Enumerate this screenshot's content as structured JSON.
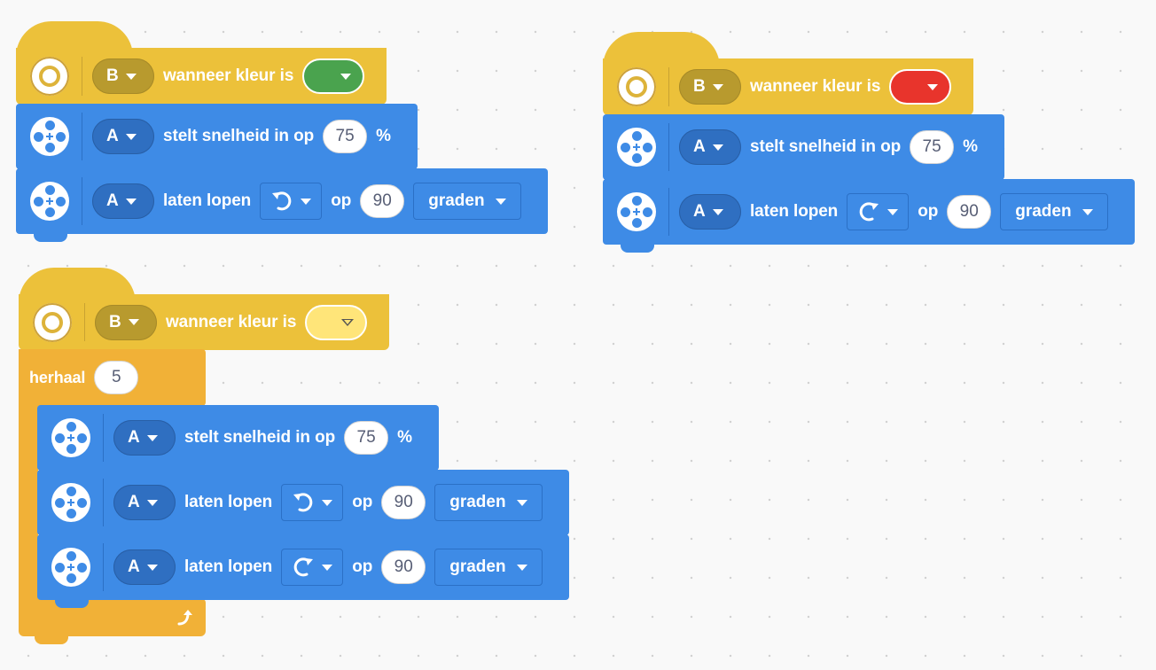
{
  "stacks": [
    {
      "event": {
        "port": "B",
        "label": "wanneer kleur is",
        "color_value": "green",
        "color_hex": "#4aa34e"
      },
      "blocks": [
        {
          "port": "A",
          "label": "stelt snelheid in op",
          "value": "75",
          "suffix": "%"
        },
        {
          "port": "A",
          "label": "laten lopen",
          "direction": "counterclockwise",
          "op_label": "op",
          "value": "90",
          "unit": "graden"
        }
      ]
    },
    {
      "event": {
        "port": "B",
        "label": "wanneer kleur is",
        "color_value": "red",
        "color_hex": "#e8342c"
      },
      "blocks": [
        {
          "port": "A",
          "label": "stelt snelheid in op",
          "value": "75",
          "suffix": "%"
        },
        {
          "port": "A",
          "label": "laten lopen",
          "direction": "clockwise",
          "op_label": "op",
          "value": "90",
          "unit": "graden"
        }
      ]
    },
    {
      "event": {
        "port": "B",
        "label": "wanneer kleur is",
        "color_value": "yellow",
        "color_hex": "#ffe579"
      },
      "repeat": {
        "label": "herhaal",
        "count": "5",
        "blocks": [
          {
            "port": "A",
            "label": "stelt snelheid in op",
            "value": "75",
            "suffix": "%"
          },
          {
            "port": "A",
            "label": "laten lopen",
            "direction": "counterclockwise",
            "op_label": "op",
            "value": "90",
            "unit": "graden"
          },
          {
            "port": "A",
            "label": "laten lopen",
            "direction": "clockwise",
            "op_label": "op",
            "value": "90",
            "unit": "graden"
          }
        ],
        "end_icon": "loop-arrow-icon"
      }
    }
  ],
  "colors": {
    "event_yellow": "#ecc13a",
    "motor_blue": "#3e8be6",
    "control_orange": "#f1b137"
  }
}
